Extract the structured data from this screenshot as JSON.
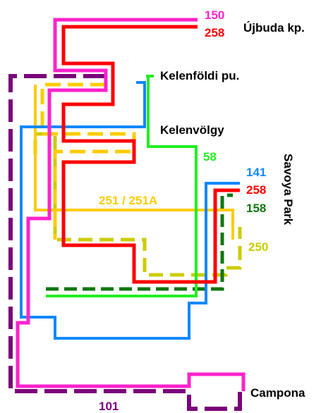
{
  "map": {
    "stations": {
      "ujbuda": "Újbuda kp.",
      "kelenfold": "Kelenföldi pu.",
      "kelenvolgy": "Kelenvölgy",
      "savoya": "Savoya Park",
      "campona": "Campona"
    },
    "routes": {
      "r150": {
        "label": "150",
        "color": "#ff22cc",
        "style": "solid"
      },
      "r258": {
        "label": "258",
        "color": "#ff0000",
        "style": "solid"
      },
      "r58": {
        "label": "58",
        "color": "#22ee22",
        "style": "solid"
      },
      "r141": {
        "label": "141",
        "color": "#1188ff",
        "style": "solid"
      },
      "r158": {
        "label": "158",
        "color": "#117711",
        "style": "dashed"
      },
      "r250": {
        "label": "250",
        "color": "#cccc00",
        "style": "dashed"
      },
      "r251": {
        "label": "251 / 251A",
        "color": "#ffcc00",
        "style": "solid/dashed"
      },
      "r101": {
        "label": "101",
        "color": "#7a007a",
        "style": "dashed"
      }
    }
  }
}
